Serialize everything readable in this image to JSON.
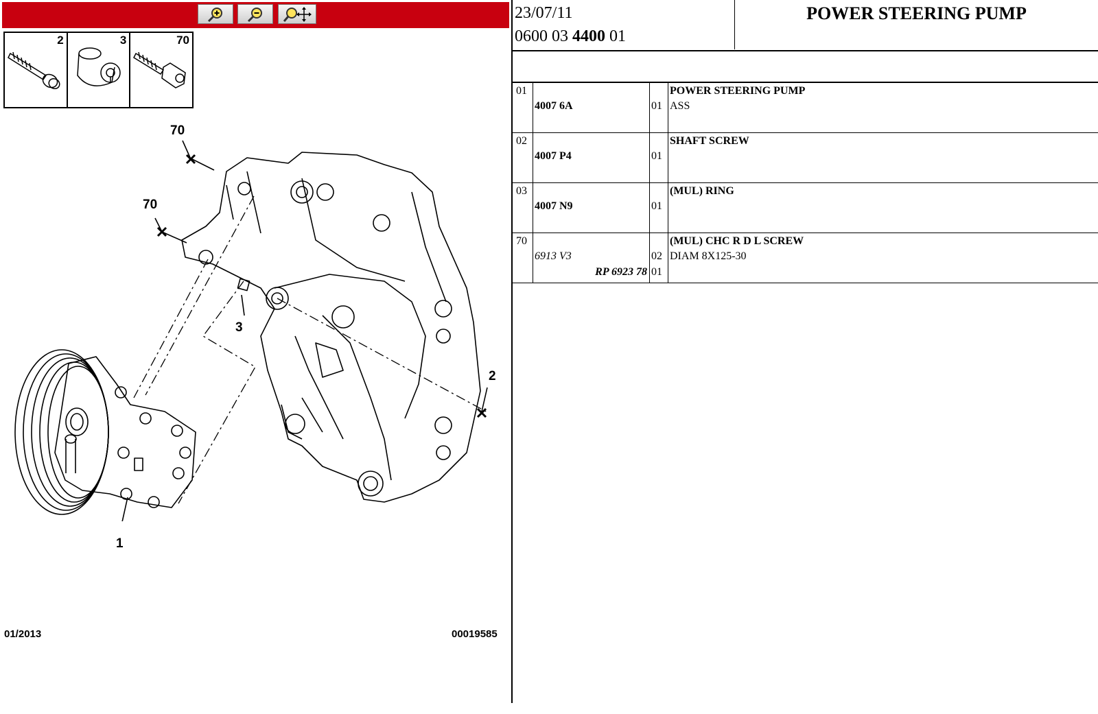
{
  "toolbar": {
    "zoom_in_icon": "zoom-in-icon",
    "zoom_out_icon": "zoom-out-icon",
    "pan_icon": "zoom-pan-icon",
    "color": "#c8000f"
  },
  "thumbnails": [
    {
      "label": "2"
    },
    {
      "label": "3"
    },
    {
      "label": "70"
    }
  ],
  "diagram": {
    "callouts": {
      "c70a": "70",
      "c70b": "70",
      "c3": "3",
      "c2": "2",
      "c1": "1"
    },
    "date": "01/2013",
    "ref": "00019585"
  },
  "header": {
    "date": "23/07/11",
    "code_prefix": "0600 03 ",
    "code_bold": "4400",
    "code_suffix": " 01",
    "title": "POWER STEERING PUMP"
  },
  "parts": [
    {
      "index": "01",
      "ref": "4007 6A",
      "qty": "01",
      "desc": "POWER STEERING PUMP",
      "desc2": "ASS"
    },
    {
      "index": "02",
      "ref": "4007 P4",
      "qty": "01",
      "desc": "SHAFT SCREW",
      "desc2": ""
    },
    {
      "index": "03",
      "ref": "4007 N9",
      "qty": "01",
      "desc": "(MUL) RING",
      "desc2": ""
    },
    {
      "index": "70",
      "ref": "6913 V3",
      "ref2": "RP 6923 78",
      "qty": "02",
      "qty2": "01",
      "desc": "(MUL) CHC R D L SCREW",
      "desc2": "DIAM 8X125-30"
    }
  ]
}
